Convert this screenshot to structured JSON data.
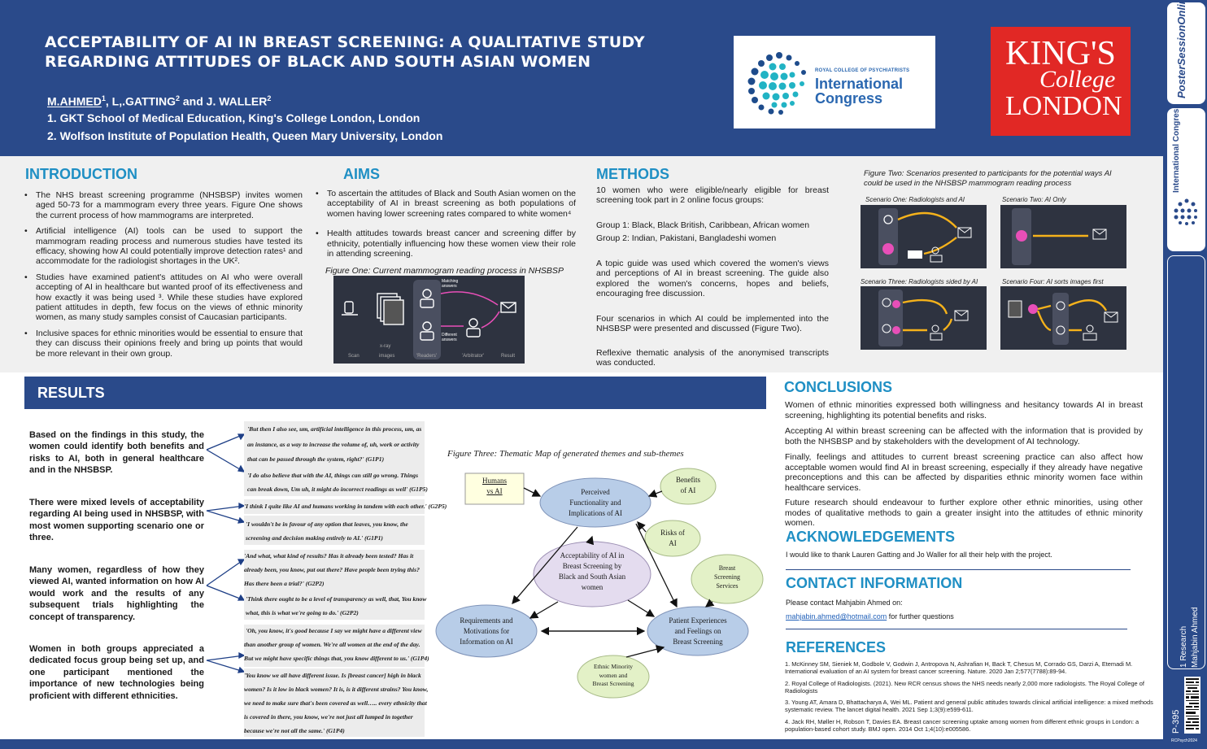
{
  "header": {
    "title_line1": "ACCEPTABILITY OF AI IN BREAST SCREENING: A QUALITATIVE STUDY",
    "title_line2": "REGARDING ATTITUDES OF BLACK AND SOUTH ASIAN WOMEN",
    "author1": "M.AHMED",
    "author1_sup": "1",
    "author2": ", L,.GATTING",
    "author2_sup": "2",
    "author3": " and J. WALLER",
    "author3_sup": "2",
    "affiliation1": "1. GKT School of Medical Education, King's College London, London",
    "affiliation2": "2. Wolfson Institute of Population Health, Queen Mary University, London"
  },
  "logos": {
    "rcp_small": "ROYAL COLLEGE OF PSYCHIATRISTS",
    "rcp_line1": "International",
    "rcp_line2": "Congress",
    "kcl_line1": "KING'S",
    "kcl_line2": "College",
    "kcl_line3": "LONDON",
    "kcl_color": "#e12825",
    "rcp_color": "#2a67b0"
  },
  "sidebar": {
    "brand": "PosterSessionOnline",
    "congress": "International Congress",
    "category": "1 Research",
    "author": "Mahjabin Ahmed",
    "poster_id": "P-395",
    "footer": "RCPsych2024"
  },
  "introduction": {
    "heading": "INTRODUCTION",
    "bullets": [
      "The NHS breast screening programme (NHSBSP) invites women aged 50-73 for a mammogram every three years. Figure One shows the current process of how mammograms are interpreted.",
      "Artificial intelligence (AI) tools can be used to support the mammogram reading process and numerous studies have tested its efficacy, showing how AI could potentially improve detection rates¹ and accommodate for the radiologist shortages in the UK².",
      "Studies have examined patient's attitudes on AI who were overall accepting of AI in healthcare but wanted proof of its effectiveness and how exactly it was being used ³. While these studies have explored patient attitudes in depth, few focus on the views of ethnic minority women, as many study samples consist of Caucasian participants.",
      "Inclusive spaces for ethnic minorities would be essential to ensure that they can discuss their opinions freely and bring up points that would be more relevant in their own group."
    ]
  },
  "aims": {
    "heading": "AIMS",
    "bullets": [
      "To ascertain the attitudes of Black and South Asian women on the acceptability of AI in breast screening as both populations of women having lower screening rates compared to white women⁴",
      "Health attitudes towards breast cancer and screening differ by ethnicity, potentially influencing how these women view their role in attending screening."
    ],
    "figure_caption": "Figure One: Current mammogram reading process in NHSBSP",
    "fig_labels": {
      "scan": "Scan",
      "images": "images",
      "xray": "x-ray",
      "readers": "'Readers'",
      "arbitrator": "'Arbitrator'",
      "result": "Result",
      "matching": "Matching",
      "matching2": "answers",
      "different": "Different",
      "different2": "answers"
    }
  },
  "methods": {
    "heading": "METHODS",
    "p1": "10 women who were eligible/nearly eligible for breast screening took part in 2 online focus groups:",
    "group1": "Group 1: Black, Black British, Caribbean, African women",
    "group2": "Group 2: Indian, Pakistani, Bangladeshi women",
    "p2": "A topic guide was used which covered the women's views and perceptions of AI in breast screening. The guide also explored the women's concerns, hopes and beliefs, encouraging free discussion.",
    "p3": "Four scenarios in which AI could be implemented into the NHSBSP were presented and discussed (Figure Two).",
    "p4": "Reflexive thematic analysis of the anonymised transcripts was conducted."
  },
  "figure_two": {
    "caption_line1": "Figure Two: Scenarios presented to participants for the potential ways AI",
    "caption_line2": "could be used in the NHSBSP mammogram reading process",
    "s1": "Scenario One: Radiologists and AI",
    "s2": "Scenario Two: AI Only",
    "s3": "Scenario Three: Radiologists sided by AI",
    "s4": "Scenario Four: AI sorts images first"
  },
  "results": {
    "heading": "RESULTS",
    "findings": [
      "Based on the findings in this study, the women could identify both benefits and risks to AI, both in general healthcare and in the NHSBSP.",
      "There were mixed levels of acceptability regarding AI being used in NHSBSP, with most women supporting scenario one or three.",
      "Many women, regardless of how they viewed AI, wanted information on how AI would work and the results of any subsequent trials highlighting the concept of transparency.",
      "Women in both groups appreciated a dedicated focus group being set up, and one participant mentioned the importance of new technologies being proficient with different ethnicities."
    ],
    "quotes": [
      [
        "'But then I also see, um, artificial intelligence in this process, um, as",
        "an instance, as a way to increase the volume of, uh, work or activity",
        "that can be passed through the system, right?' (G1P1)"
      ],
      [
        "'I do also believe that with the AI, things can still go wrong. Things",
        "can break down, Um uh, it might do incorrect readings as well' (G1P5)"
      ],
      [
        "'I think I quite like AI and humans working in tandem with each other.' (G2P5)"
      ],
      [
        "'I wouldn't be in favour of any option that leaves, you know, the",
        "screening and decision making entirely to AI.' (G1P1)"
      ],
      [
        "'And what, what kind of results? Has it already been tested? Has it",
        "already been, you know, put out there? Have people been trying this?",
        "Has there been a trial?' (G2P2)"
      ],
      [
        "'Think there ought to be a level of transparency as well, that, You know",
        "what, this is what we're going to do.' (G2P2)"
      ],
      [
        "'Oh, you know, it's good because I say we might have a different view",
        "than another group of women. We're all women at the end of the day.",
        "But we might have specific things that, you know different to us.' (G1P4)"
      ],
      [
        "'You know we all have different issue. Is [breast cancer] high in black",
        "women? Is it low in black women? It is, is it different strains? You know,",
        "we need to make sure that's been covered as well….. every ethnicity that",
        "is covered in there, you know, we're not just all lumped in together",
        "because we're not all the same.' (G1P4)"
      ]
    ],
    "figure_caption": "Figure Three: Thematic Map of generated themes and sub-themes",
    "themes": {
      "humans": [
        "Humans",
        "vs AI"
      ],
      "perceived": [
        "Perceived",
        "Functionality and",
        "Implications of AI"
      ],
      "benefits": [
        "Benefits",
        "of AI"
      ],
      "risks": [
        "Risks of",
        "AI"
      ],
      "acceptability": [
        "Acceptability of AI in",
        "Breast Screening by",
        "Black and South Asian",
        "women"
      ],
      "breast": [
        "Breast",
        "Screening",
        "Services"
      ],
      "requirements": [
        "Requirements and",
        "Motivations for",
        "Information on AI"
      ],
      "patient": [
        "Patient Experiences",
        "and Feelings on",
        "Breast Screening"
      ],
      "ethnic": [
        "Ethnic Minority",
        "women and",
        "Breast Screening"
      ]
    }
  },
  "conclusions": {
    "heading": "CONCLUSIONS",
    "paras": [
      "Women of ethnic minorities expressed both willingness and hesitancy towards AI in breast screening, highlighting its potential benefits and risks.",
      "Accepting AI within breast screening can be affected with the information that is provided by both the NHSBSP and by stakeholders with the development of AI technology.",
      "Finally, feelings and attitudes to current breast screening practice can also affect how acceptable women would find AI in breast screening, especially if they already have negative preconceptions and this can be affected by disparities ethnic minority women face within healthcare services.",
      "Future research should endeavour to further explore other ethnic minorities, using other modes of qualitative methods to gain a greater insight into the attitudes of ethnic minority women."
    ]
  },
  "acknowledgements": {
    "heading": "ACKNOWLEDGEMENTS",
    "text": "I would like to thank Lauren Gatting and Jo Waller for all their help with the project."
  },
  "contact": {
    "heading": "CONTACT INFORMATION",
    "text": "Please contact Mahjabin Ahmed on:",
    "email": "mahjabin.ahmed@hotmail.com",
    "email_suffix": " for further questions"
  },
  "references": {
    "heading": "REFERENCES",
    "items": [
      "1. McKinney SM, Sieniek M, Godbole V, Godwin J, Antropova N, Ashrafian H, Back T, Chesus M, Corrado GS, Darzi A, Etemadi M. International evaluation of an AI system for breast cancer screening. Nature. 2020 Jan 2;577(7788):89-94.",
      "2. Royal College of Radiologists. (2021). New RCR census shows the NHS needs nearly 2,000 more radiologists. The Royal College of Radiologists",
      "3. Young AT, Amara D, Bhattacharya A, Wei ML. Patient and general public attitudes towards clinical artificial intelligence: a mixed methods systematic review. The lancet digital health. 2021 Sep 1;3(9):e599-611.",
      "4. Jack RH, Møller H, Robson T, Davies EA. Breast cancer screening uptake among women from different ethnic groups in London: a population-based cohort study. BMJ open. 2014 Oct 1;4(10):e005586."
    ]
  },
  "colors": {
    "navy": "#2a4a8a",
    "heading_blue": "#1f8fc4",
    "arrow_yellow": "#f5b21b",
    "ai_pink": "#e84fb8"
  }
}
